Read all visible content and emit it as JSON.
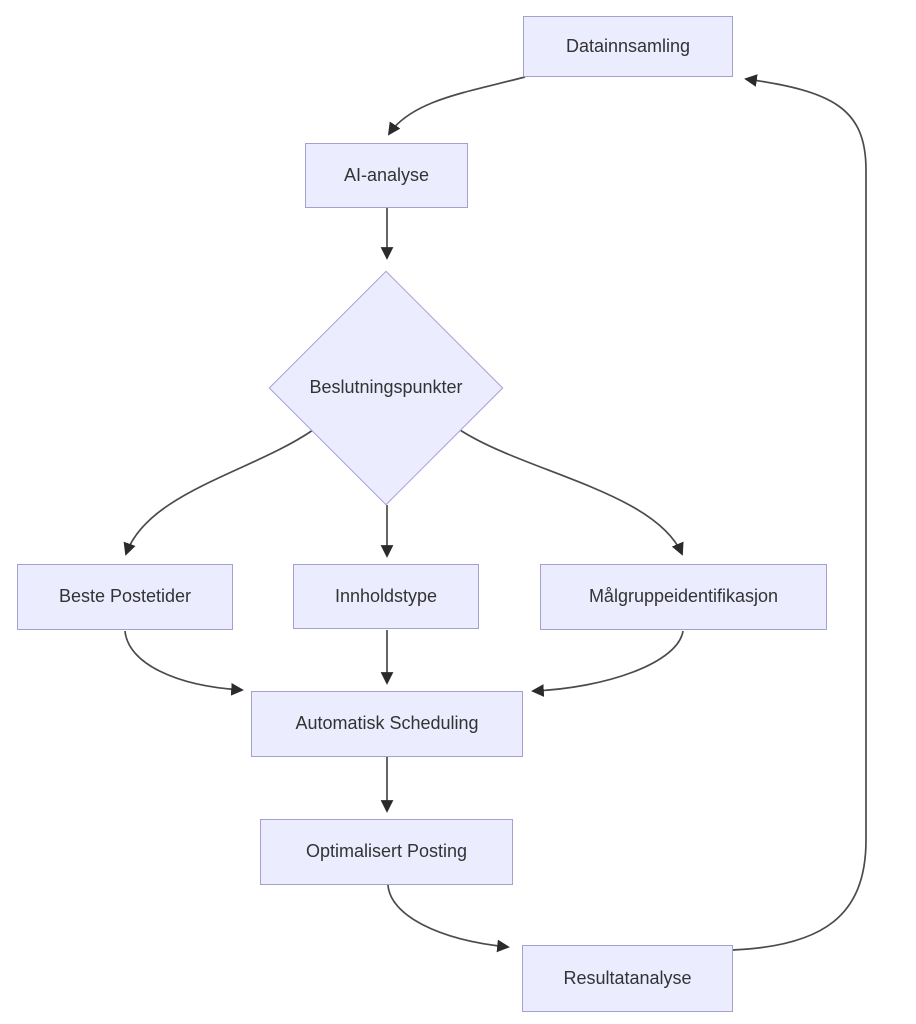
{
  "diagram": {
    "type": "flowchart",
    "direction": "top-down",
    "colors": {
      "background": "#FFFFFF",
      "node_fill": "#ECECFF",
      "node_border": "#A6A0CF",
      "text_color": "#333333",
      "edge_color": "#4B4B4B",
      "arrowhead_color": "#2B2B2B"
    },
    "nodes": [
      {
        "id": "datainnsamling",
        "label": "Datainnsamling",
        "shape": "rect"
      },
      {
        "id": "ai-analyse",
        "label": "AI-analyse",
        "shape": "rect"
      },
      {
        "id": "beslutningspunkter",
        "label": "Beslutningspunkter",
        "shape": "diamond"
      },
      {
        "id": "beste-postetider",
        "label": "Beste Postetider",
        "shape": "rect"
      },
      {
        "id": "innholdstype",
        "label": "Innholdstype",
        "shape": "rect"
      },
      {
        "id": "malgruppeidentifikasjon",
        "label": "Målgruppeidentifikasjon",
        "shape": "rect"
      },
      {
        "id": "automatisk-scheduling",
        "label": "Automatisk Scheduling",
        "shape": "rect"
      },
      {
        "id": "optimalisert-posting",
        "label": "Optimalisert Posting",
        "shape": "rect"
      },
      {
        "id": "resultatanalyse",
        "label": "Resultatanalyse",
        "shape": "rect"
      }
    ],
    "edges": [
      {
        "from": "Datainnsamling",
        "to": "AI-analyse"
      },
      {
        "from": "AI-analyse",
        "to": "Beslutningspunkter"
      },
      {
        "from": "Beslutningspunkter",
        "to": "Beste Postetider"
      },
      {
        "from": "Beslutningspunkter",
        "to": "Innholdstype"
      },
      {
        "from": "Beslutningspunkter",
        "to": "Målgruppeidentifikasjon"
      },
      {
        "from": "Beste Postetider",
        "to": "Automatisk Scheduling"
      },
      {
        "from": "Innholdstype",
        "to": "Automatisk Scheduling"
      },
      {
        "from": "Målgruppeidentifikasjon",
        "to": "Automatisk Scheduling"
      },
      {
        "from": "Automatisk Scheduling",
        "to": "Optimalisert Posting"
      },
      {
        "from": "Optimalisert Posting",
        "to": "Resultatanalyse"
      },
      {
        "from": "Resultatanalyse",
        "to": "Datainnsamling"
      }
    ]
  }
}
